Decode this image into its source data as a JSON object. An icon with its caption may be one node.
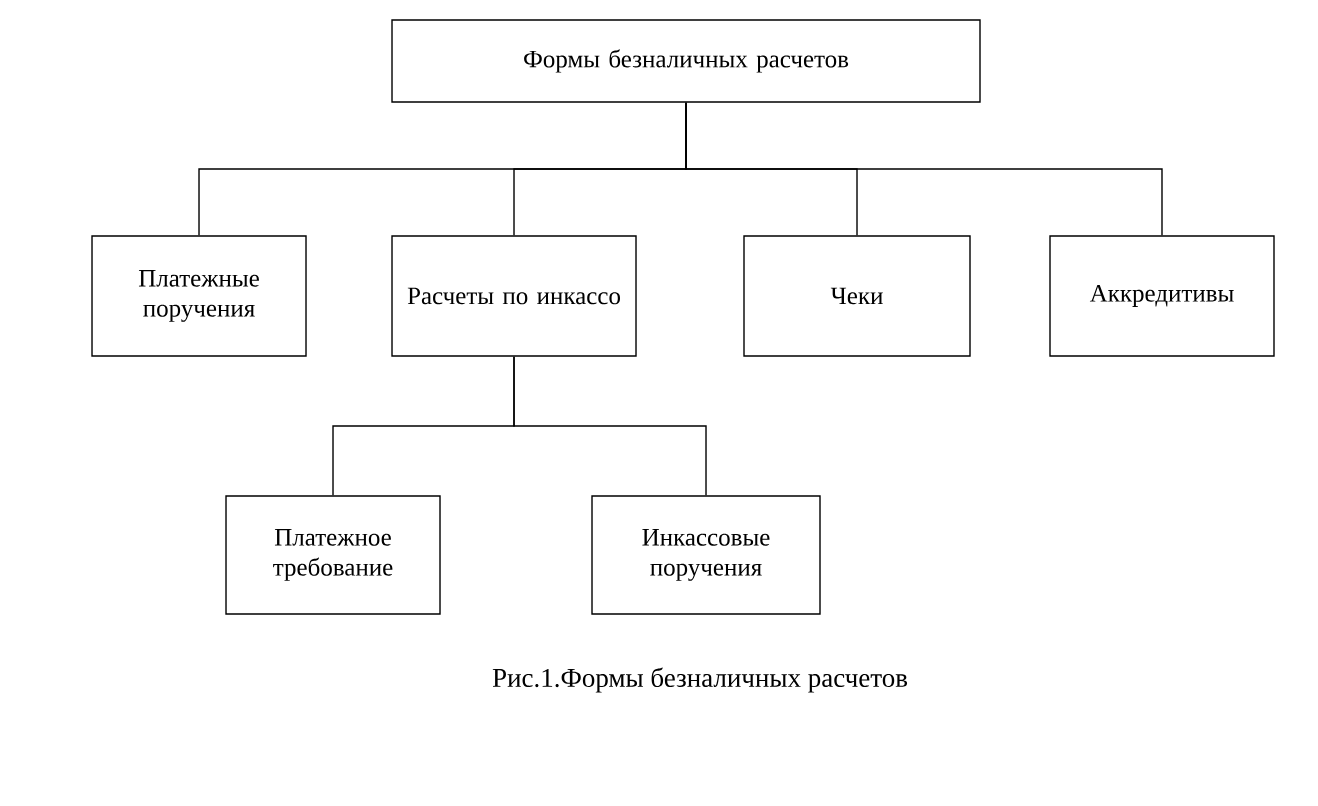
{
  "diagram": {
    "caption": "Рис.1.Формы безналичных расчетов",
    "nodes": [
      {
        "text": [
          "Формы безналичных расчетов"
        ]
      },
      {
        "text": [
          "Платежные поручения"
        ]
      },
      {
        "text": [
          "Расчеты по инкассо"
        ]
      },
      {
        "text": [
          "Чеки"
        ]
      },
      {
        "text": [
          "Аккредитивы"
        ]
      },
      {
        "text": [
          "Платежное требование"
        ]
      },
      {
        "text": [
          "Инкассовые поручения"
        ]
      }
    ],
    "edges": [
      {
        "from": 0,
        "to": 1,
        "arrow": "none"
      },
      {
        "from": 0,
        "to": 2,
        "arrow": "none"
      },
      {
        "from": 0,
        "to": 3,
        "arrow": "none"
      },
      {
        "from": 0,
        "to": 4,
        "arrow": "none"
      },
      {
        "from": 2,
        "to": 5,
        "arrow": "none"
      },
      {
        "from": 2,
        "to": 6,
        "arrow": "none"
      }
    ]
  }
}
